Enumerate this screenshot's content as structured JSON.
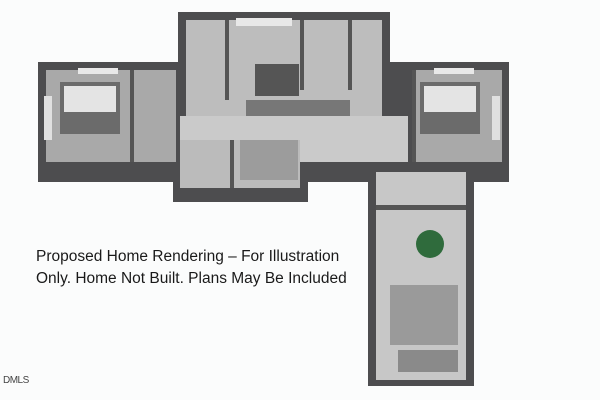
{
  "caption": {
    "line1": "Proposed Home Rendering – For Illustration",
    "line2": "Only. Home Not Built. Plans May Be Included"
  },
  "watermark": "DMLS",
  "colors": {
    "wall": "#4d4d4f",
    "floor": "#c9c9c9",
    "background": "#fbfcfc"
  }
}
